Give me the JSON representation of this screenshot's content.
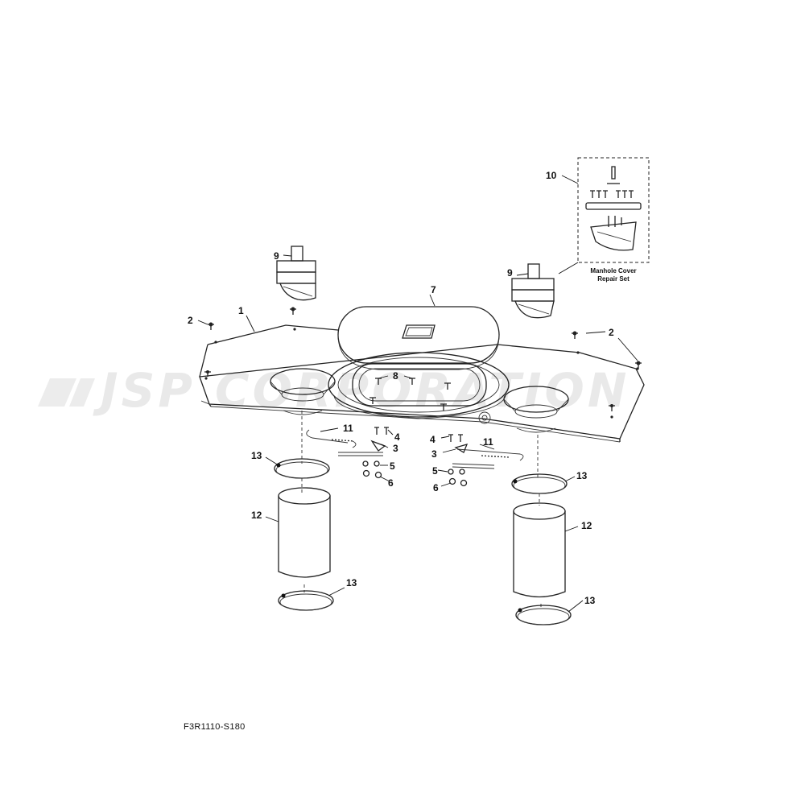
{
  "watermark": "JSP CORPORATION",
  "figure_code": "F3R1110-S180",
  "repair_set_label": [
    "Manhole Cover",
    "Repair Set"
  ],
  "callouts": {
    "c1": "1",
    "c2a": "2",
    "c2b": "2",
    "c3a": "3",
    "c3b": "3",
    "c4a": "4",
    "c4b": "4",
    "c5a": "5",
    "c5b": "5",
    "c6a": "6",
    "c6b": "6",
    "c7": "7",
    "c8": "8",
    "c9a": "9",
    "c9b": "9",
    "c10": "10",
    "c11a": "11",
    "c11b": "11",
    "c12a": "12",
    "c12b": "12",
    "c13a": "13",
    "c13b": "13",
    "c13c": "13",
    "c13d": "13"
  }
}
